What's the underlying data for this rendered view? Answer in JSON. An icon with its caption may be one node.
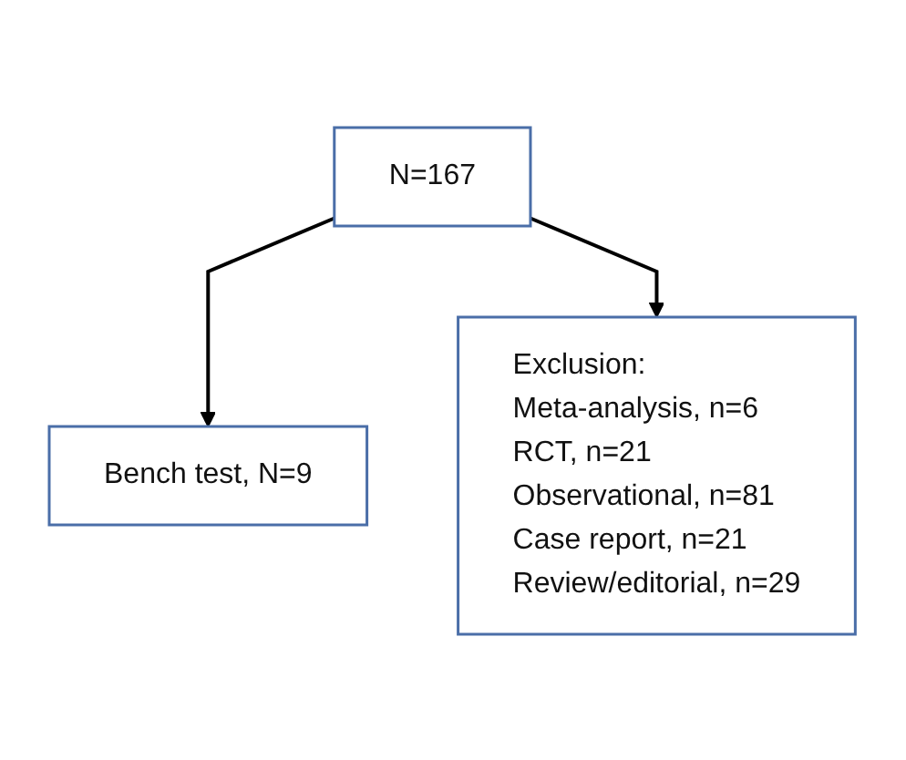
{
  "diagram": {
    "nodes": [
      {
        "text": [
          "N=167"
        ]
      },
      {
        "text": [
          "Exclusion:",
          "Meta-analysis, n=6",
          "RCT, n=21",
          "Observational, n=81",
          "Case report, n=21",
          "Review/editorial, n=29"
        ]
      },
      {
        "text": [
          "Bench test, N=9"
        ]
      }
    ],
    "edges": [
      {
        "from": 0,
        "to": 2,
        "arrow": "to"
      },
      {
        "from": 0,
        "to": 1,
        "arrow": "to"
      }
    ]
  }
}
